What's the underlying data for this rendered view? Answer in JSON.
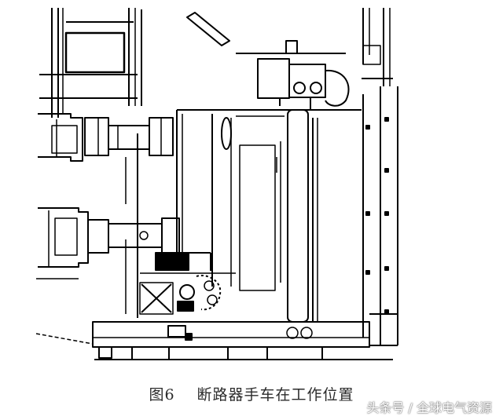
{
  "caption": {
    "figure_number": "图6",
    "title": "断路器手车在工作位置"
  },
  "watermark": {
    "text": "头条号 / 全球电气资源"
  },
  "colors": {
    "line": "#000000",
    "background": "#ffffff",
    "caption_text": "#2b2b2b"
  }
}
